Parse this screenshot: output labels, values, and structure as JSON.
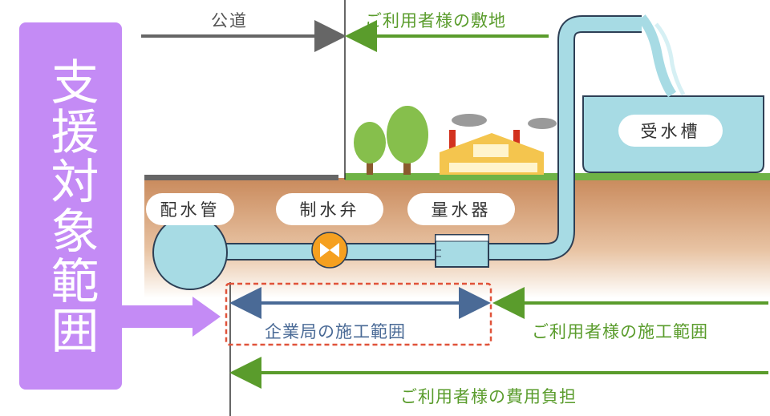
{
  "boundary": {
    "public_road": "公道",
    "customer_site": "ご利用者様の敷地"
  },
  "components": {
    "distribution_pipe": "配水管",
    "control_valve": "制水弁",
    "water_meter": "量水器",
    "receiving_tank": "受水槽"
  },
  "support_scope": "支援対象範囲",
  "ranges": {
    "bureau_work": "企業局の施工範囲",
    "customer_work": "ご利用者様の施工範囲",
    "customer_cost": "ご利用者様の費用負担"
  },
  "colors": {
    "accent_purple": "#c48bf5",
    "green": "#5a9c2c",
    "blue_arrow": "#4a6a96",
    "water": "#a7dbe4",
    "soil": "#d9a57a",
    "dashed_red": "#e0533a"
  }
}
